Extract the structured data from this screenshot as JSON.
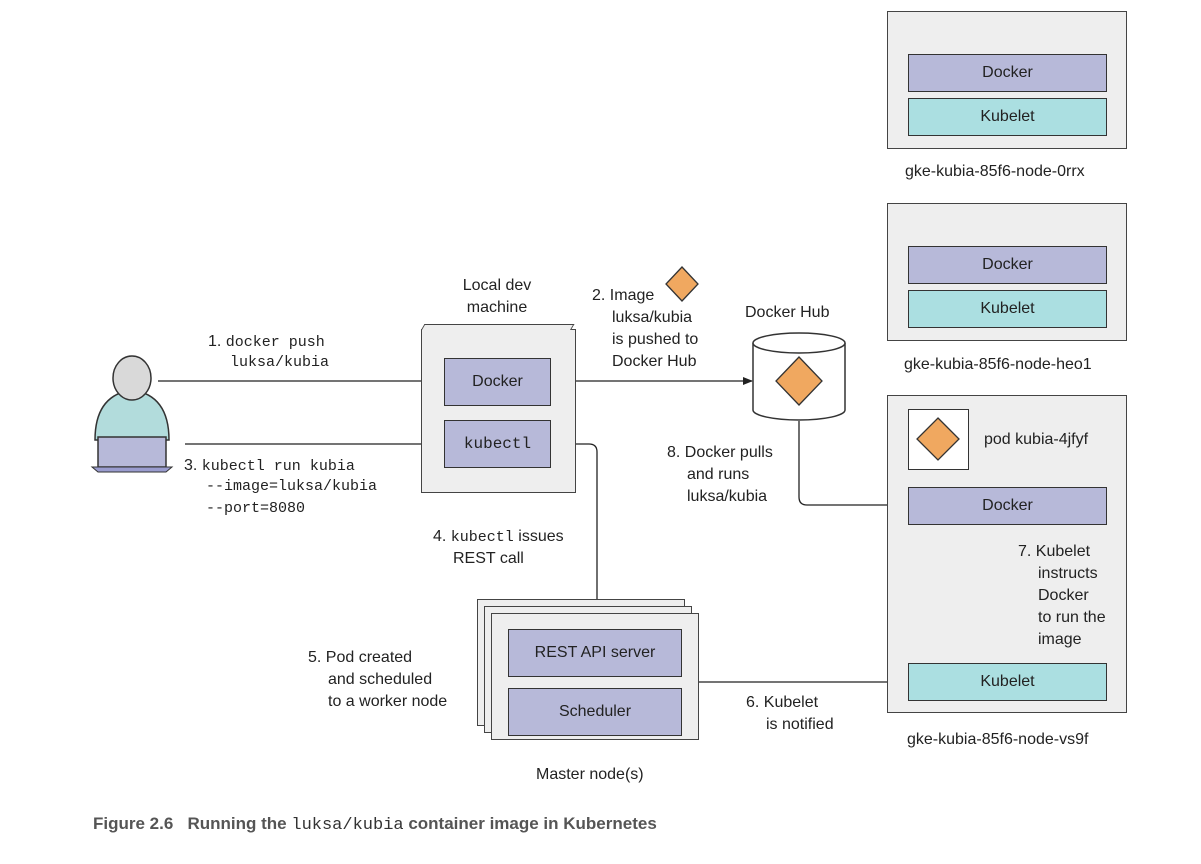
{
  "local_dev": {
    "title_line1": "Local dev",
    "title_line2": "machine",
    "docker": "Docker",
    "kubectl": "kubectl"
  },
  "docker_hub": {
    "label": "Docker Hub"
  },
  "master": {
    "rest_api": "REST API server",
    "scheduler": "Scheduler",
    "label": "Master node(s)"
  },
  "nodes": [
    {
      "name": "gke-kubia-85f6-node-0rrx",
      "docker": "Docker",
      "kubelet": "Kubelet"
    },
    {
      "name": "gke-kubia-85f6-node-heo1",
      "docker": "Docker",
      "kubelet": "Kubelet"
    },
    {
      "name": "gke-kubia-85f6-node-vs9f",
      "docker": "Docker",
      "kubelet": "Kubelet",
      "pod": "pod kubia-4jfyf"
    }
  ],
  "steps": {
    "s1_num": "1.",
    "s1_cmd1": "docker push",
    "s1_cmd2": "luksa/kubia",
    "s2_l1": "2. Image",
    "s2_l2": "luksa/kubia",
    "s2_l3": "is pushed to",
    "s2_l4": "Docker Hub",
    "s3_num": "3.",
    "s3_cmd1": "kubectl run kubia",
    "s3_cmd2": "--image=luksa/kubia",
    "s3_cmd3": "--port=8080",
    "s4_num": "4.",
    "s4_cmd": "kubectl",
    "s4_l1": "issues",
    "s4_l2": "REST call",
    "s5_l1": "5. Pod created",
    "s5_l2": "and scheduled",
    "s5_l3": "to a worker node",
    "s6_l1": "6. Kubelet",
    "s6_l2": "is notified",
    "s7_l1": "7. Kubelet",
    "s7_l2": "instructs",
    "s7_l3": "Docker",
    "s7_l4": "to run the",
    "s7_l5": "image",
    "s8_l1": "8. Docker pulls",
    "s8_l2": "and runs",
    "s8_l3": "luksa/kubia"
  },
  "caption": {
    "prefix": "Figure 2.6",
    "text1": "Running the",
    "code": "luksa/kubia",
    "text2": "container image in Kubernetes"
  },
  "colors": {
    "docker": "#b7b9d9",
    "kubelet": "#abdfe1",
    "image_diamond": "#f0a860",
    "person_body": "#b2dcdc",
    "panel": "#eeeeee"
  }
}
